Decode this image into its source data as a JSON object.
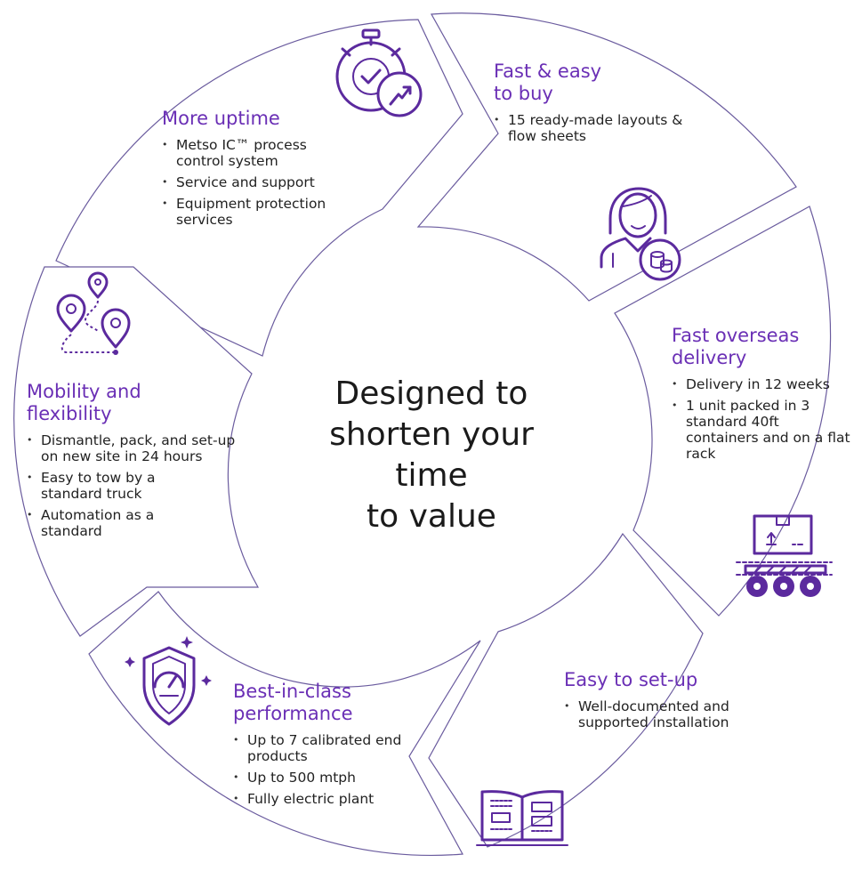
{
  "center": {
    "lines": [
      "Designed to",
      "shorten your time",
      "to value"
    ]
  },
  "segments": [
    {
      "key": "uptime",
      "title": "More uptime",
      "items": [
        "Metso IC™ process control system",
        "Service and support",
        "Equipment protection services"
      ],
      "icon": "stopwatch-trend-icon"
    },
    {
      "key": "buy",
      "title": "Fast & easy to buy",
      "items": [
        "15 ready-made layouts & flow sheets"
      ],
      "icon": "person-coins-icon"
    },
    {
      "key": "delivery",
      "title": "Fast overseas delivery",
      "items": [
        "Delivery in 12 weeks",
        "1 unit packed in 3 standard 40ft containers and on a flat rack"
      ],
      "icon": "conveyor-box-icon"
    },
    {
      "key": "setup",
      "title": "Easy to set-up",
      "items": [
        "Well-documented and supported installation"
      ],
      "icon": "open-manual-icon"
    },
    {
      "key": "performance",
      "title": "Best-in-class performance",
      "items": [
        "Up to 7 calibrated end products",
        "Up to 500 mtph",
        "Fully electric plant"
      ],
      "icon": "shield-gauge-icon"
    },
    {
      "key": "mobility",
      "title": "Mobility and flexibility",
      "items": [
        "Dismantle, pack, and set-up on new site in 24 hours",
        "Easy to tow by a standard truck",
        "Automation as a standard"
      ],
      "icon": "route-pins-icon"
    }
  ],
  "colors": {
    "accent": "#6a2fb5",
    "icon": "#5b2a9e",
    "outline": "#6a5b9e"
  }
}
